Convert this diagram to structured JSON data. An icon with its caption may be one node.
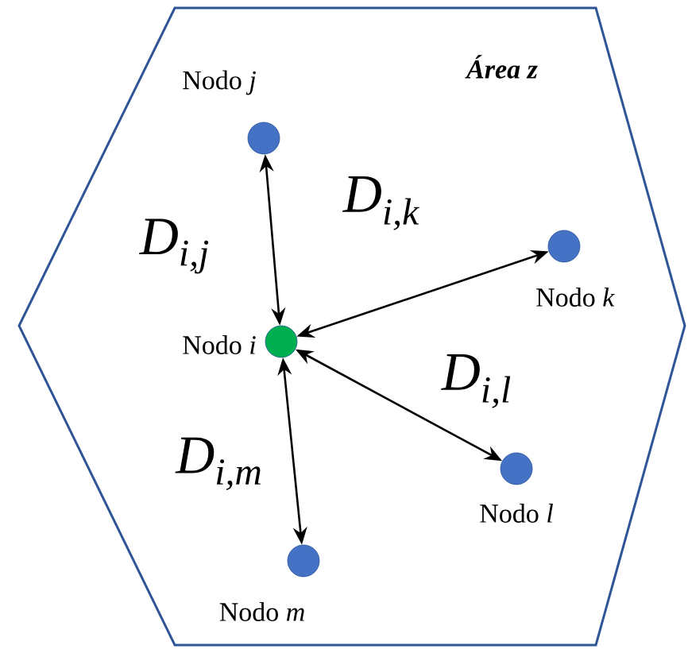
{
  "diagram": {
    "nodes": [
      {
        "text": [
          "Área z"
        ]
      },
      {
        "text": [],
        "shape": "circle",
        "beside": [
          "Nodo *i*"
        ],
        "in": 0
      },
      {
        "text": [],
        "shape": "circle",
        "beside": [
          "Nodo *j*"
        ],
        "in": 0
      },
      {
        "text": [],
        "shape": "circle",
        "beside": [
          "Nodo *k*"
        ],
        "in": 0
      },
      {
        "text": [],
        "shape": "circle",
        "beside": [
          "Nodo *l*"
        ],
        "in": 0
      },
      {
        "text": [],
        "shape": "circle",
        "beside": [
          "Nodo *m*"
        ],
        "in": 0
      }
    ],
    "edges": [
      {
        "from": 1,
        "to": 2,
        "arrow": "both",
        "label": "D$_{i,j}$"
      },
      {
        "from": 1,
        "to": 3,
        "arrow": "both",
        "label": "D$_{i,k}$"
      },
      {
        "from": 1,
        "to": 4,
        "arrow": "both",
        "label": "D$_{i,l}$"
      },
      {
        "from": 1,
        "to": 5,
        "arrow": "both",
        "label": "D$_{i,m}$"
      }
    ]
  }
}
